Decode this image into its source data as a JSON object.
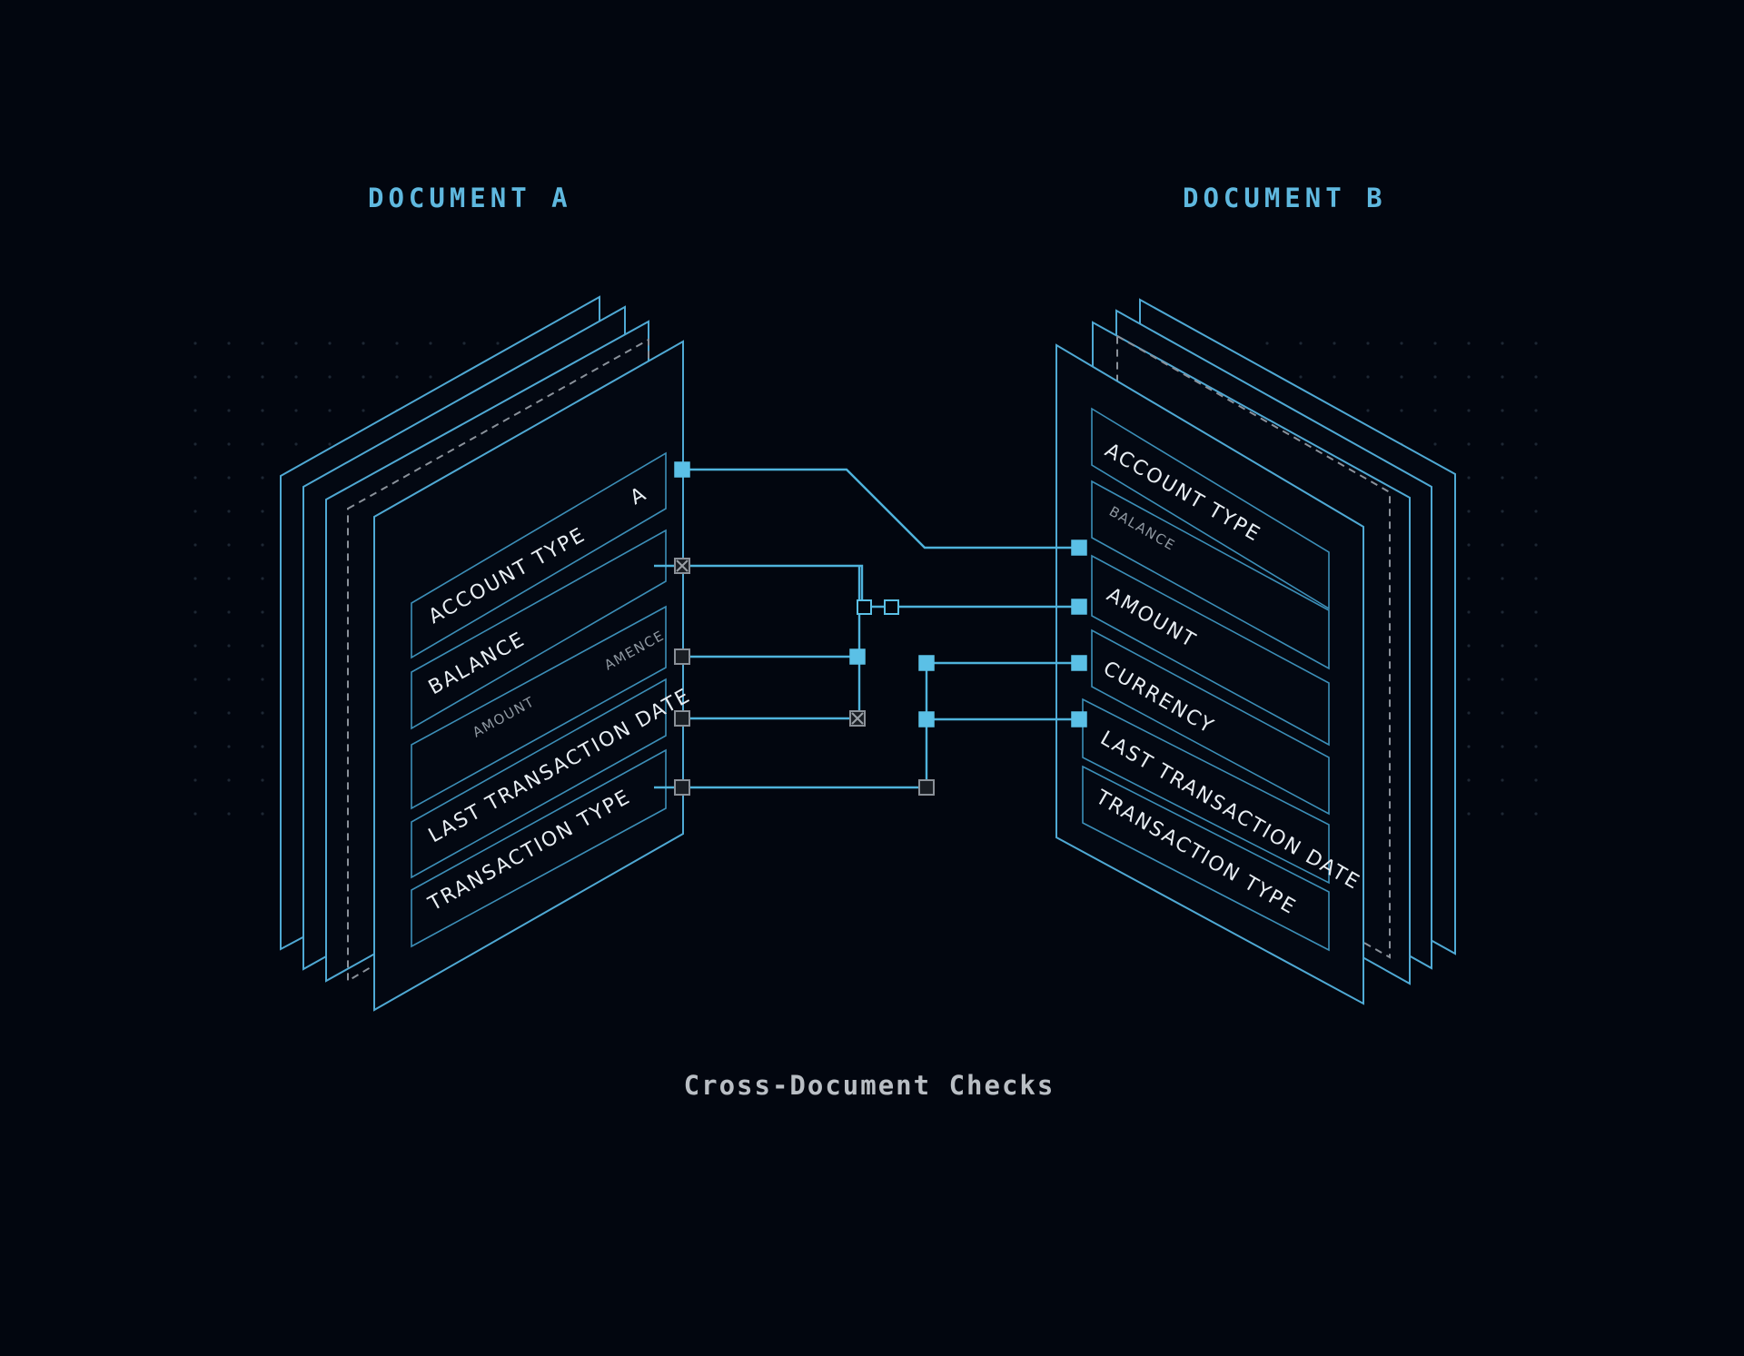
{
  "doc_a": {
    "title": "DOCUMENT A",
    "fields": [
      "ACCOUNT TYPE",
      "BALANCE",
      "AMOUNT",
      "AMENCE",
      "LAST TRANSACTION DATE",
      "TRANSACTION TYPE"
    ],
    "corner_label": "A"
  },
  "doc_b": {
    "title": "DOCUMENT B",
    "fields": [
      "ACCOUNT TYPE",
      "BALANCE",
      "AMOUNT",
      "CURRENCY",
      "LAST TRANSACTION DATE",
      "TRANSACTION TYPE"
    ]
  },
  "caption": "Cross-Document Checks",
  "colors": {
    "background": "#02060f",
    "accent": "#5fb8df",
    "match_node": "#5bc0e6",
    "mismatch_node": "#8a9098",
    "caption": "#b9bec4"
  }
}
